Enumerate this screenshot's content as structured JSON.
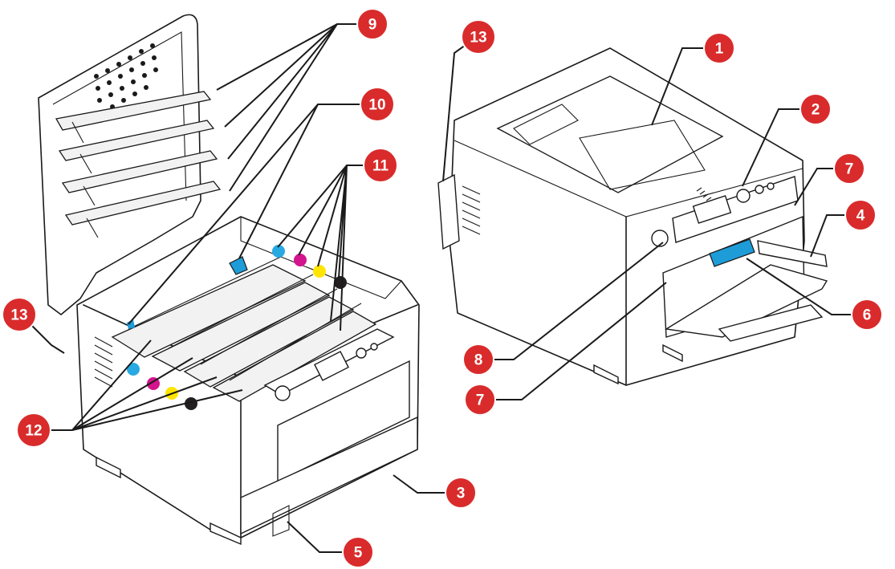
{
  "colors": {
    "callout_fill": "#d92b2b",
    "cyan": "#29a9e1",
    "magenta": "#d4148c",
    "yellow": "#ffe500",
    "black": "#231f20",
    "highlight_blue": "#1e9cd7"
  },
  "callouts": [
    {
      "id": "c1",
      "label": "1"
    },
    {
      "id": "c2",
      "label": "2"
    },
    {
      "id": "c3",
      "label": "3"
    },
    {
      "id": "c4",
      "label": "4"
    },
    {
      "id": "c5",
      "label": "5"
    },
    {
      "id": "c6",
      "label": "6"
    },
    {
      "id": "c7a",
      "label": "7"
    },
    {
      "id": "c7b",
      "label": "7"
    },
    {
      "id": "c8",
      "label": "8"
    },
    {
      "id": "c9",
      "label": "9"
    },
    {
      "id": "c10",
      "label": "10"
    },
    {
      "id": "c11",
      "label": "11"
    },
    {
      "id": "c12",
      "label": "12"
    },
    {
      "id": "c13a",
      "label": "13"
    },
    {
      "id": "c13b",
      "label": "13"
    }
  ]
}
